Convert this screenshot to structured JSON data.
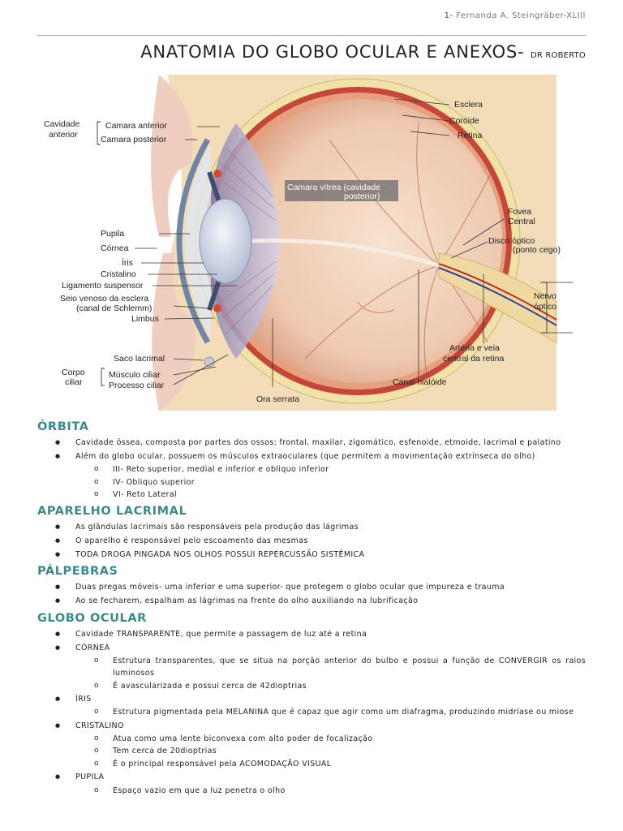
{
  "header": {
    "page_number": "1-",
    "author": "Fernanda A. Steingräber-XLIII"
  },
  "title": {
    "main": "ANATOMIA DO GLOBO OCULAR E ANEXOS-",
    "sub": "DR ROBERTO"
  },
  "figure": {
    "labels": {
      "cavidade_anterior_1": "Cavidade",
      "cavidade_anterior_2": "anterior",
      "camara_anterior": "Camara anterior",
      "camara_posterior": "Camara posterior",
      "pupila": "Pupila",
      "cornea": "Córnea",
      "iris": "Íris",
      "cristalino": "Cristalino",
      "ligamento": "Ligamento suspensor",
      "seio_1": "Seio venoso da esclera",
      "seio_2": "(canal de Schlemm)",
      "limbus": "Limbus",
      "saco": "Saco lacrimal",
      "corpo_1": "Corpo",
      "corpo_2": "ciliar",
      "musculo": "Músculo ciliar",
      "processo": "Processo ciliar",
      "ora": "Ora serrata",
      "canal": "Canal hialóide",
      "arteria_1": "Artéria e veia",
      "arteria_2": "central da retina",
      "nervo_1": "Nervo",
      "nervo_2": "óptico",
      "disco_1": "Disco óptico",
      "disco_2": "(ponto cego)",
      "fovea_1": "Fovea",
      "fovea_2": "Central",
      "camara_vitrea_1": "Camara vítrea (cavidade",
      "camara_vitrea_2": "posterior)",
      "esclera": "Esclera",
      "coroide": "Coróide",
      "retina": "Retina"
    }
  },
  "sections": {
    "orbita": {
      "heading": "ÓRBITA",
      "b1": "Cavidade óssea, composta por partes dos ossos: frontal, maxilar, zigomático, esfenoide, etmoide, lacrimal e palatino",
      "b2": "Além do globo ocular, possuem os músculos extraoculares (que permitem a movimentação extrínseca do olho)",
      "b2_s1": "III- Reto superior, medial e inferior e obliquo inferior",
      "b2_s2": "IV- Obliquo superior",
      "b2_s3": "VI- Reto Lateral"
    },
    "lacrimal": {
      "heading": "APARELHO LACRIMAL",
      "b1": "As glândulas lacrimais são responsáveis pela produção das lágrimas",
      "b2": "O aparelho é responsável pelo escoamento das mesmas",
      "b3": "TODA DROGA PINGADA NOS OLHOS POSSUI REPERCUSSÃO SISTÊMICA"
    },
    "palpebras": {
      "heading": "PÁLPEBRAS",
      "b1": "Duas pregas móveis- uma inferior e uma superior- que protegem o globo ocular que impureza e trauma",
      "b2": "Ao se fecharem, espalham as lágrimas na frente do olho auxiliando na lubrificação"
    },
    "globo": {
      "heading": "GLOBO OCULAR",
      "b1": "Cavidade TRANSPARENTE, que permite a passagem de luz até a retina",
      "b2": "CÓRNEA",
      "b2_s1": "Estrutura transparentes, que se situa na porção anterior do bulbo e possui a função de CONVERGIR os raios luminosos",
      "b2_s2": "É avascularizada e possui cerca de 42dioptrias",
      "b3": "ÍRIS",
      "b3_s1": "Estrutura pigmentada pela MELANINA que é capaz que agir como um diafragma, produzindo midríase ou miose",
      "b4": "CRISTALINO",
      "b4_s1": "Atua como uma lente biconvexa com alto poder de focalização",
      "b4_s2": "Tem cerca de 20dioptrias",
      "b4_s3": "É o principal responsável pela ACOMODAÇÃO VISUAL",
      "b5": "PUPILA",
      "b5_s1": "Espaço vazio em que a luz penetra o olho"
    }
  }
}
